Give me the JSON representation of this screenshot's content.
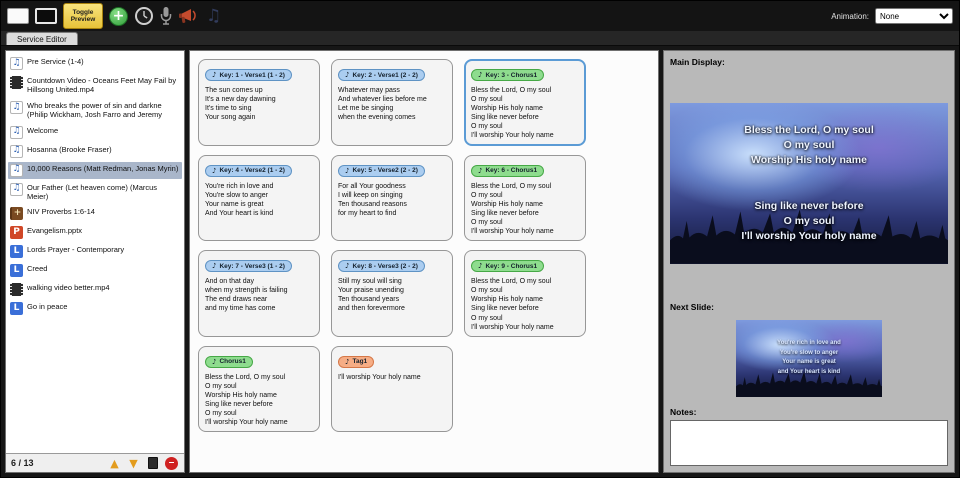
{
  "toolbar": {
    "toggle_preview_label": "Toggle Preview",
    "animation_label": "Animation:",
    "animation_value": "None"
  },
  "tab": {
    "label": "Service Editor"
  },
  "service_list": {
    "counter": "6 / 13",
    "selected_index": 5,
    "items": [
      {
        "label": "Pre Service (1-4)",
        "icon": "song"
      },
      {
        "label": "Countdown Video - Oceans Feet May Fail by Hillsong United.mp4",
        "icon": "video"
      },
      {
        "label": "Who breaks the power of sin and darkne (Philip Wickham, Josh Farro and Jeremy",
        "icon": "song"
      },
      {
        "label": "Welcome",
        "icon": "song"
      },
      {
        "label": "Hosanna (Brooke Fraser)",
        "icon": "song"
      },
      {
        "label": "10,000 Reasons (Matt Redman, Jonas Myrin)",
        "icon": "song"
      },
      {
        "label": "Our Father (Let heaven come) (Marcus Meier)",
        "icon": "song"
      },
      {
        "label": "NIV Proverbs 1:6-14",
        "icon": "bible"
      },
      {
        "label": "Evangelism.pptx",
        "icon": "powerpoint"
      },
      {
        "label": "Lords Prayer - Contemporary",
        "icon": "liturgy"
      },
      {
        "label": "Creed",
        "icon": "liturgy"
      },
      {
        "label": "walking video better.mp4",
        "icon": "video"
      },
      {
        "label": "Go in peace",
        "icon": "liturgy"
      }
    ]
  },
  "slides": [
    {
      "label": "Key: 1 - Verse1 (1 - 2)",
      "color": "blue",
      "selected": false,
      "lines": "The sun comes up\nIt's a new day dawning\nIt's time to sing\nYour song again"
    },
    {
      "label": "Key: 2 - Verse1 (2 - 2)",
      "color": "blue",
      "selected": false,
      "lines": "Whatever may pass\nAnd whatever lies before me\nLet me be singing\nwhen the evening comes"
    },
    {
      "label": "Key: 3 - Chorus1",
      "color": "green",
      "selected": true,
      "lines": "Bless the Lord, O my soul\nO my soul\nWorship His holy name\nSing like never before\nO my soul\nI'll worship Your holy name"
    },
    {
      "label": "Key: 4 - Verse2 (1 - 2)",
      "color": "blue",
      "selected": false,
      "lines": "You're rich in love and\nYou're slow to anger\nYour name is great\nAnd Your heart is kind"
    },
    {
      "label": "Key: 5 - Verse2 (2 - 2)",
      "color": "blue",
      "selected": false,
      "lines": "For all Your goodness\nI will keep on singing\nTen thousand reasons\nfor my heart to find"
    },
    {
      "label": "Key: 6 - Chorus1",
      "color": "green",
      "selected": false,
      "lines": "Bless the Lord, O my soul\nO my soul\nWorship His holy name\nSing like never before\nO my soul\nI'll worship Your holy name"
    },
    {
      "label": "Key: 7 - Verse3 (1 - 2)",
      "color": "blue",
      "selected": false,
      "lines": "And on that day\nwhen my strength is failing\nThe end draws near\nand my time has come"
    },
    {
      "label": "Key: 8 - Verse3 (2 - 2)",
      "color": "blue",
      "selected": false,
      "lines": "Still my soul will sing\nYour praise unending\nTen thousand years\nand then forevermore"
    },
    {
      "label": "Key: 9 - Chorus1",
      "color": "green",
      "selected": false,
      "lines": "Bless the Lord, O my soul\nO my soul\nWorship His holy name\nSing like never before\nO my soul\nI'll worship Your holy name"
    },
    {
      "label": "Chorus1",
      "color": "green",
      "selected": false,
      "lines": "Bless the Lord, O my soul\nO my soul\nWorship His holy name\nSing like never before\nO my soul\nI'll worship Your holy name"
    },
    {
      "label": "Tag1",
      "color": "orange",
      "selected": false,
      "lines": "I'll worship Your holy name"
    }
  ],
  "preview": {
    "main_display_label": "Main Display:",
    "main_lines": [
      "Bless the Lord, O my soul",
      "O my soul",
      "Worship His holy name",
      "",
      "Sing like never before",
      "O my soul",
      "I'll worship Your holy name"
    ],
    "next_slide_label": "Next Slide:",
    "next_lines": [
      "You're rich in love and",
      "You're slow to anger",
      "Your name is great",
      "and Your heart is kind"
    ],
    "notes_label": "Notes:",
    "notes_value": ""
  }
}
